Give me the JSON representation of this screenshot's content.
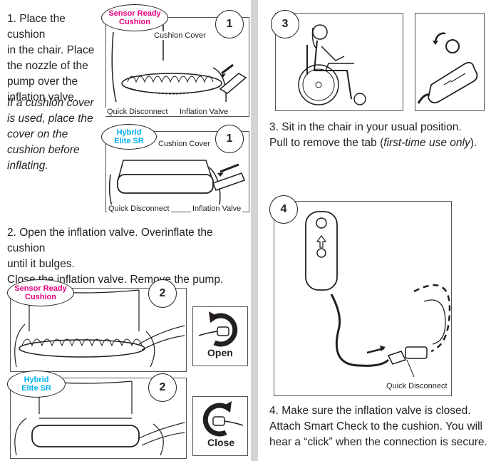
{
  "left": {
    "step1_text": [
      "1. Place the cushion",
      "in the chair. Place",
      "the nozzle of the",
      "pump over the",
      "inflation valve."
    ],
    "step1_note": [
      "If a cushion cover",
      "is used, place the",
      "cover  on the",
      "cushion before",
      "inflating."
    ],
    "fig1a": {
      "badge": [
        "Sensor Ready",
        "Cushion"
      ],
      "number": "1",
      "labels": {
        "cover": "Cushion Cover",
        "disconnect": "Quick Disconnect",
        "valve": "Inflation Valve"
      }
    },
    "fig1b": {
      "badge": [
        "Hybrid",
        "Elite SR"
      ],
      "number": "1",
      "labels": {
        "cover": "Cushion Cover",
        "disconnect": "Quick Disconnect",
        "valve": "Inflation Valve"
      }
    },
    "step2_text": [
      "2. Open the inflation valve. Overinflate the cushion",
      "until it bulges.",
      "Close the inflation valve. Remove the pump."
    ],
    "fig2a": {
      "badge": [
        "Sensor Ready",
        "Cushion"
      ],
      "number": "2",
      "action": "Open"
    },
    "fig2b": {
      "badge": [
        "Hybrid",
        "Elite SR"
      ],
      "number": "2",
      "action": "Close"
    }
  },
  "right": {
    "fig3": {
      "number": "3"
    },
    "step3_text_1": "3. Sit in the chair in your usual position.",
    "step3_text_2a": "Pull to remove the tab (",
    "step3_text_2b": "first-time use only",
    "step3_text_2c": ").",
    "fig4": {
      "number": "4",
      "label": "Quick Disconnect"
    },
    "step4_text": [
      "4. Make sure the inflation valve is closed.",
      "Attach Smart Check to the cushion. You will",
      "hear a “click” when the connection is secure."
    ]
  },
  "colors": {
    "badge_sensor": "#e6007e",
    "badge_hybrid": "#00aeef",
    "page_bg": "#d4d4d4"
  }
}
